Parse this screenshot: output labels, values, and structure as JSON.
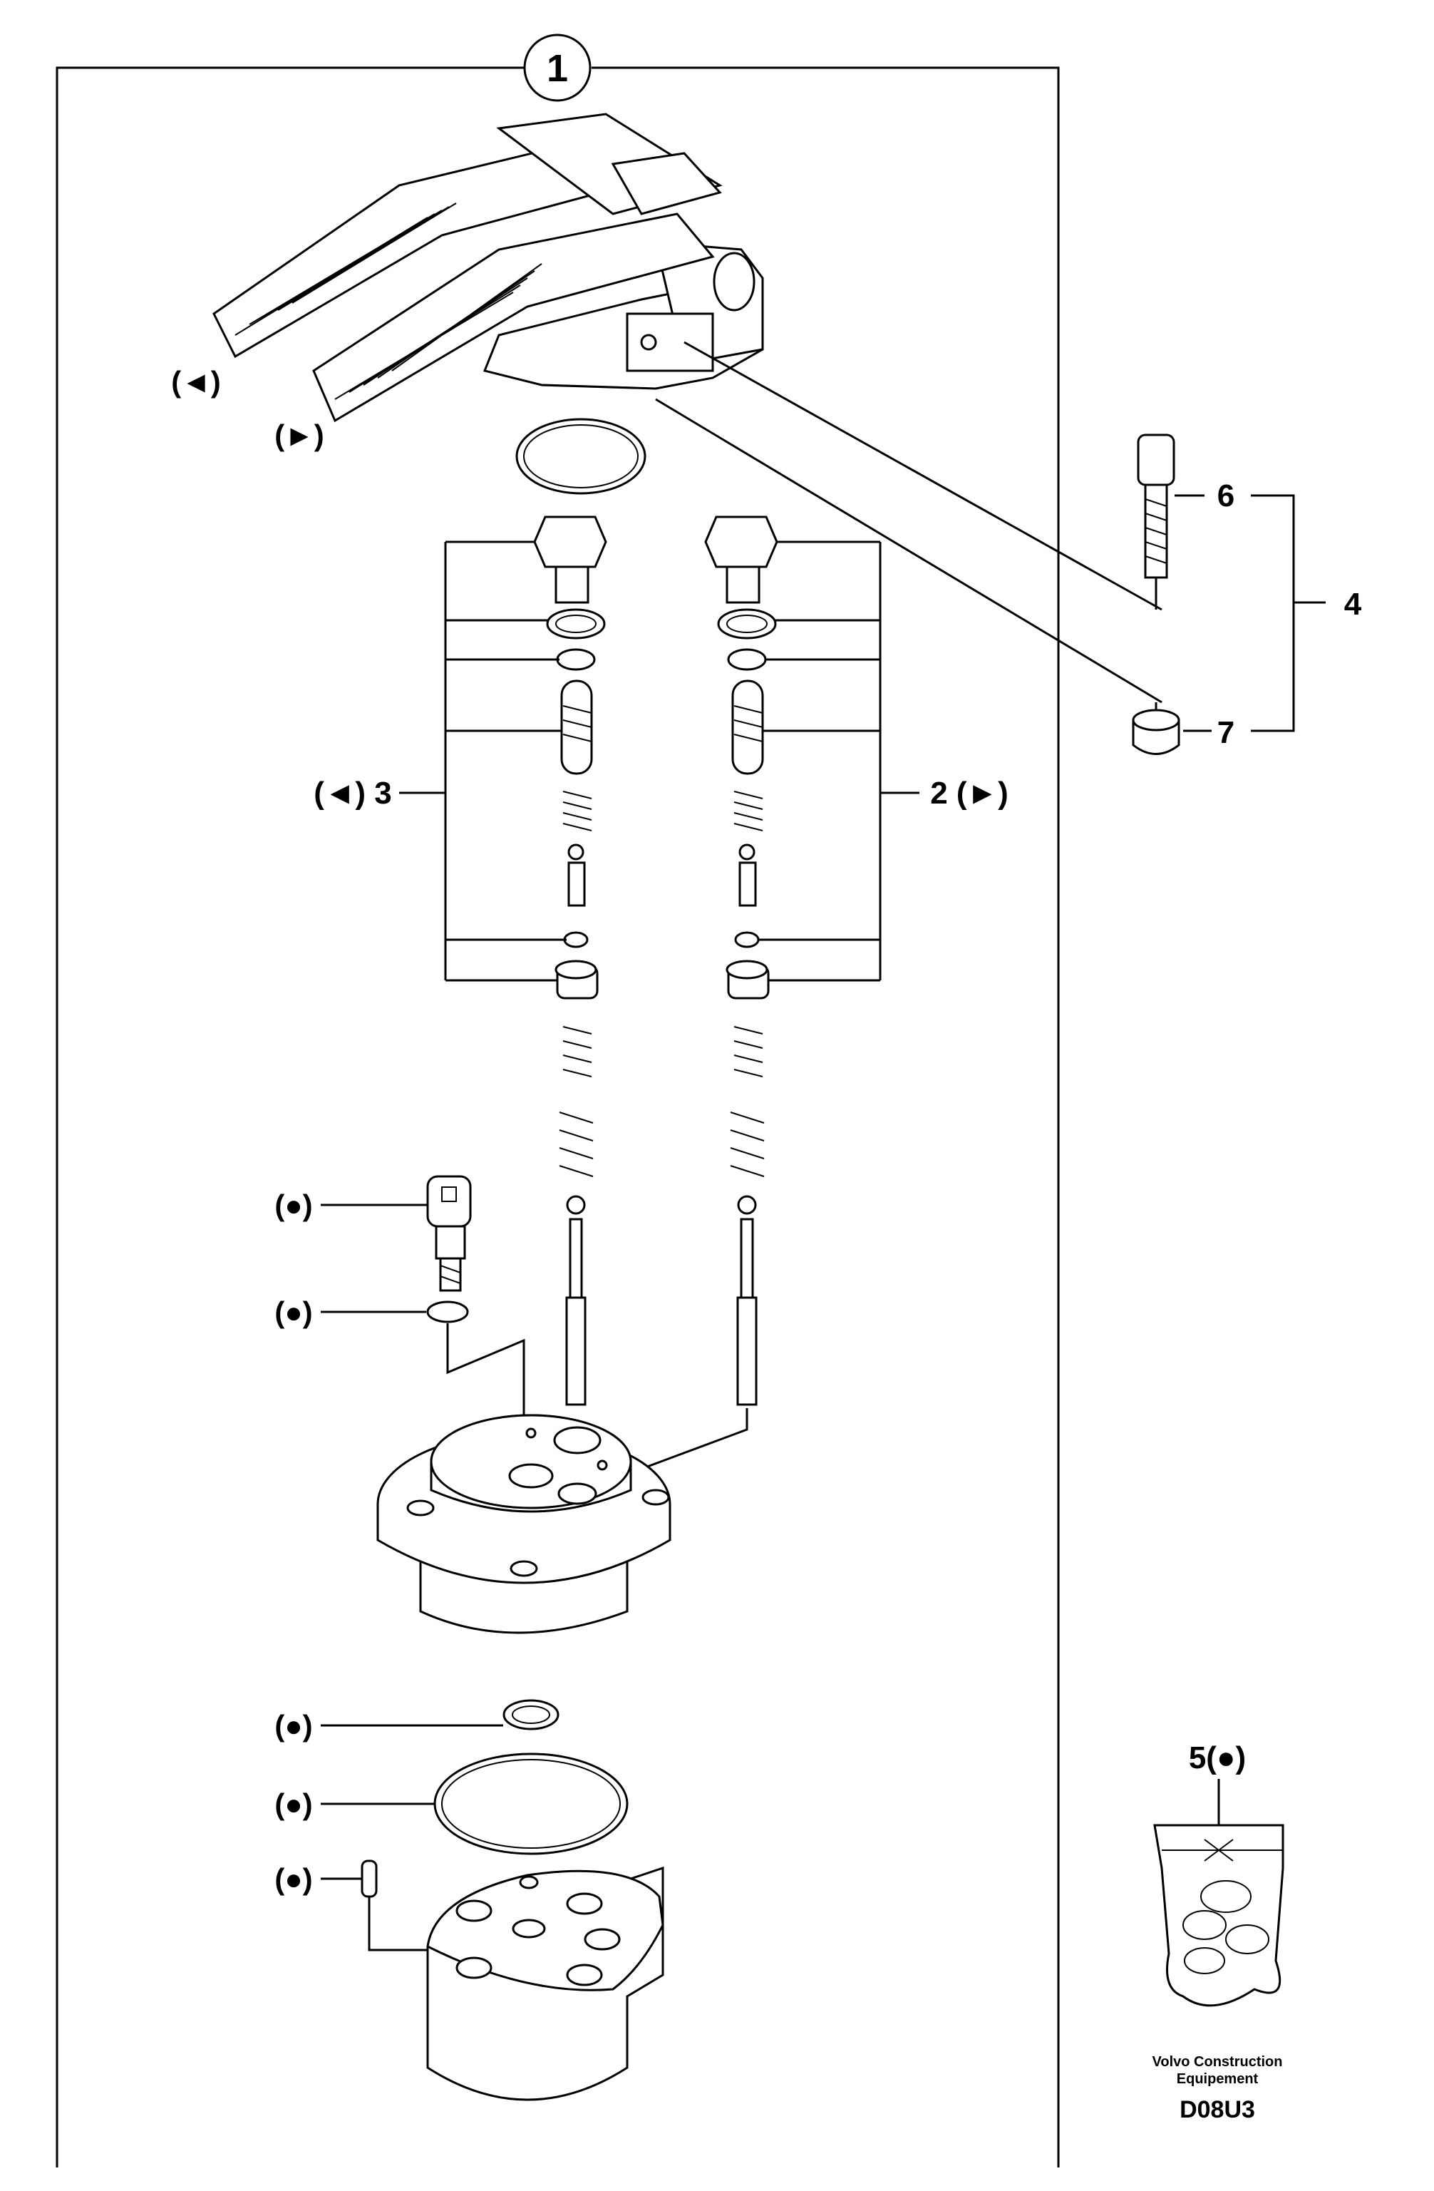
{
  "labels": {
    "main": "1",
    "item2": "2 (►)",
    "item3": "(◄) 3",
    "item4": "4",
    "item5": "5(●)",
    "item6": "6",
    "item7": "7",
    "left_marker": "(◄)",
    "right_marker": "(►)",
    "dot_marker": "(●)"
  },
  "footer": {
    "brand_line1": "Volvo Construction",
    "brand_line2": "Equipement",
    "code": "D08U3"
  }
}
